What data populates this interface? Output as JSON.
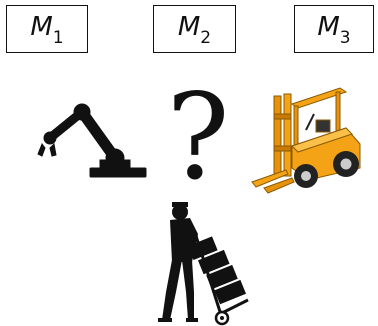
{
  "machines": [
    {
      "base": "M",
      "subscript": "1"
    },
    {
      "base": "M",
      "subscript": "2"
    },
    {
      "base": "M",
      "subscript": "3"
    }
  ],
  "unknown_mark": "?",
  "icons": {
    "robot_arm": "robot-arm-icon",
    "question": "question-mark",
    "forklift": "forklift-icon",
    "worker": "worker-with-hand-truck-icon"
  },
  "colors": {
    "forklift": "#f5a316",
    "silhouette": "#111111"
  }
}
